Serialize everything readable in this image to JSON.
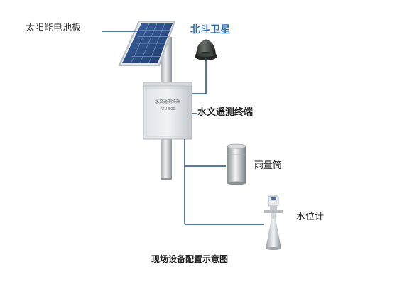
{
  "labels": {
    "solar_panel": "太阳能电池板",
    "beidou_satellite": "北斗卫星",
    "hydro_terminal": "水文遥测终端",
    "rain_gauge": "雨量筒",
    "water_level_meter": "水位计"
  },
  "box_text": {
    "line1": "水文遥测终端",
    "line2": "RTU-500"
  },
  "caption": "现场设备配置示意图",
  "colors": {
    "connector_line": "#1f4e8c",
    "beidou_label": "#2f6fb0",
    "solar_cell": "#2b4f86",
    "enclosure": "#c9ced3"
  }
}
